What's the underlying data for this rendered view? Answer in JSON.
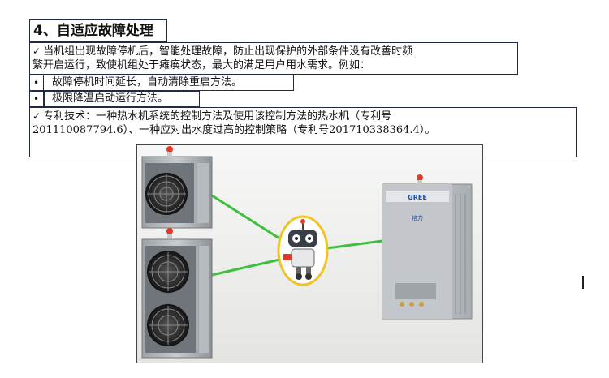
{
  "section": {
    "title": "4、自适应故障处理"
  },
  "paragraph1": {
    "line1": "当机组出现故障停机后，智能处理故障，防止出现保护的外部条件没有改善时频",
    "line2": "繁开启运行，致使机组处于瘫痪状态，最大的满足用户用水需求。例如："
  },
  "bullets": [
    {
      "text": "故障停机时间延长，自动清除重启方法。"
    },
    {
      "text": "极限降温启动运行方法。"
    }
  ],
  "paragraph2": {
    "line1": "专利技术：一种热水机系统的控制方法及使用该控制方法的热水机（专利号",
    "line2": "201110087794.6）、一种应对出水度过高的控制策略（专利号201710338364.4）。"
  },
  "check_symbol": "✓",
  "bullet_symbol": "•",
  "figure": {
    "brand_label": "GREE",
    "unit_label": "格力",
    "colors": {
      "link_line": "#3fbf3f",
      "robot_ring": "#f0c420",
      "alarm_light": "#e23a2a"
    }
  }
}
